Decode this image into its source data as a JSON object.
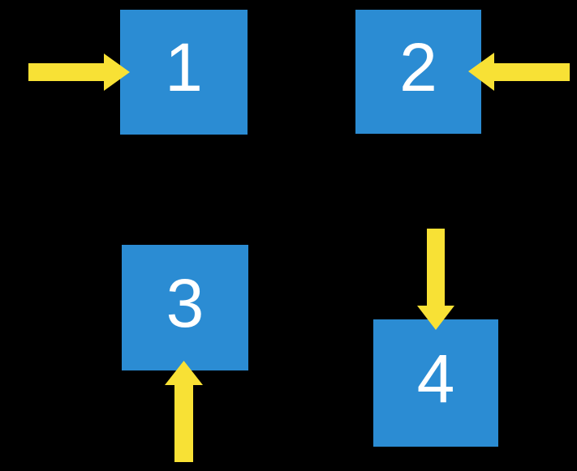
{
  "diagram": {
    "background_color": "#000000",
    "square_color": "#2b8cd3",
    "arrow_color": "#f8e135",
    "label_color": "#ffffff",
    "squares": [
      {
        "label": "1",
        "arrow_direction": "right",
        "arrow_position": "left-of-square"
      },
      {
        "label": "2",
        "arrow_direction": "left",
        "arrow_position": "right-of-square"
      },
      {
        "label": "3",
        "arrow_direction": "up",
        "arrow_position": "below-square"
      },
      {
        "label": "4",
        "arrow_direction": "down",
        "arrow_position": "above-square"
      }
    ]
  }
}
